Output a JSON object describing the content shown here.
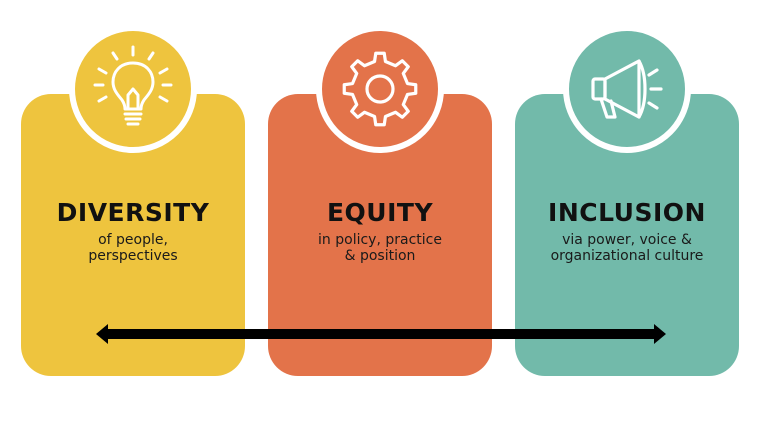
{
  "items": [
    {
      "title": "DIVERSITY",
      "line1": "of people,",
      "line2": "perspectives",
      "color": "#EEC43E",
      "icon": "lightbulb-icon"
    },
    {
      "title": "EQUITY",
      "line1": "in policy, practice",
      "line2": "& position",
      "color": "#E3734A",
      "icon": "gear-icon"
    },
    {
      "title": "INCLUSION",
      "line1": "via power, voice &",
      "line2": "organizational culture",
      "color": "#72BAAA",
      "icon": "megaphone-icon"
    }
  ],
  "arrow": {
    "type": "double-headed",
    "color": "#000000"
  }
}
